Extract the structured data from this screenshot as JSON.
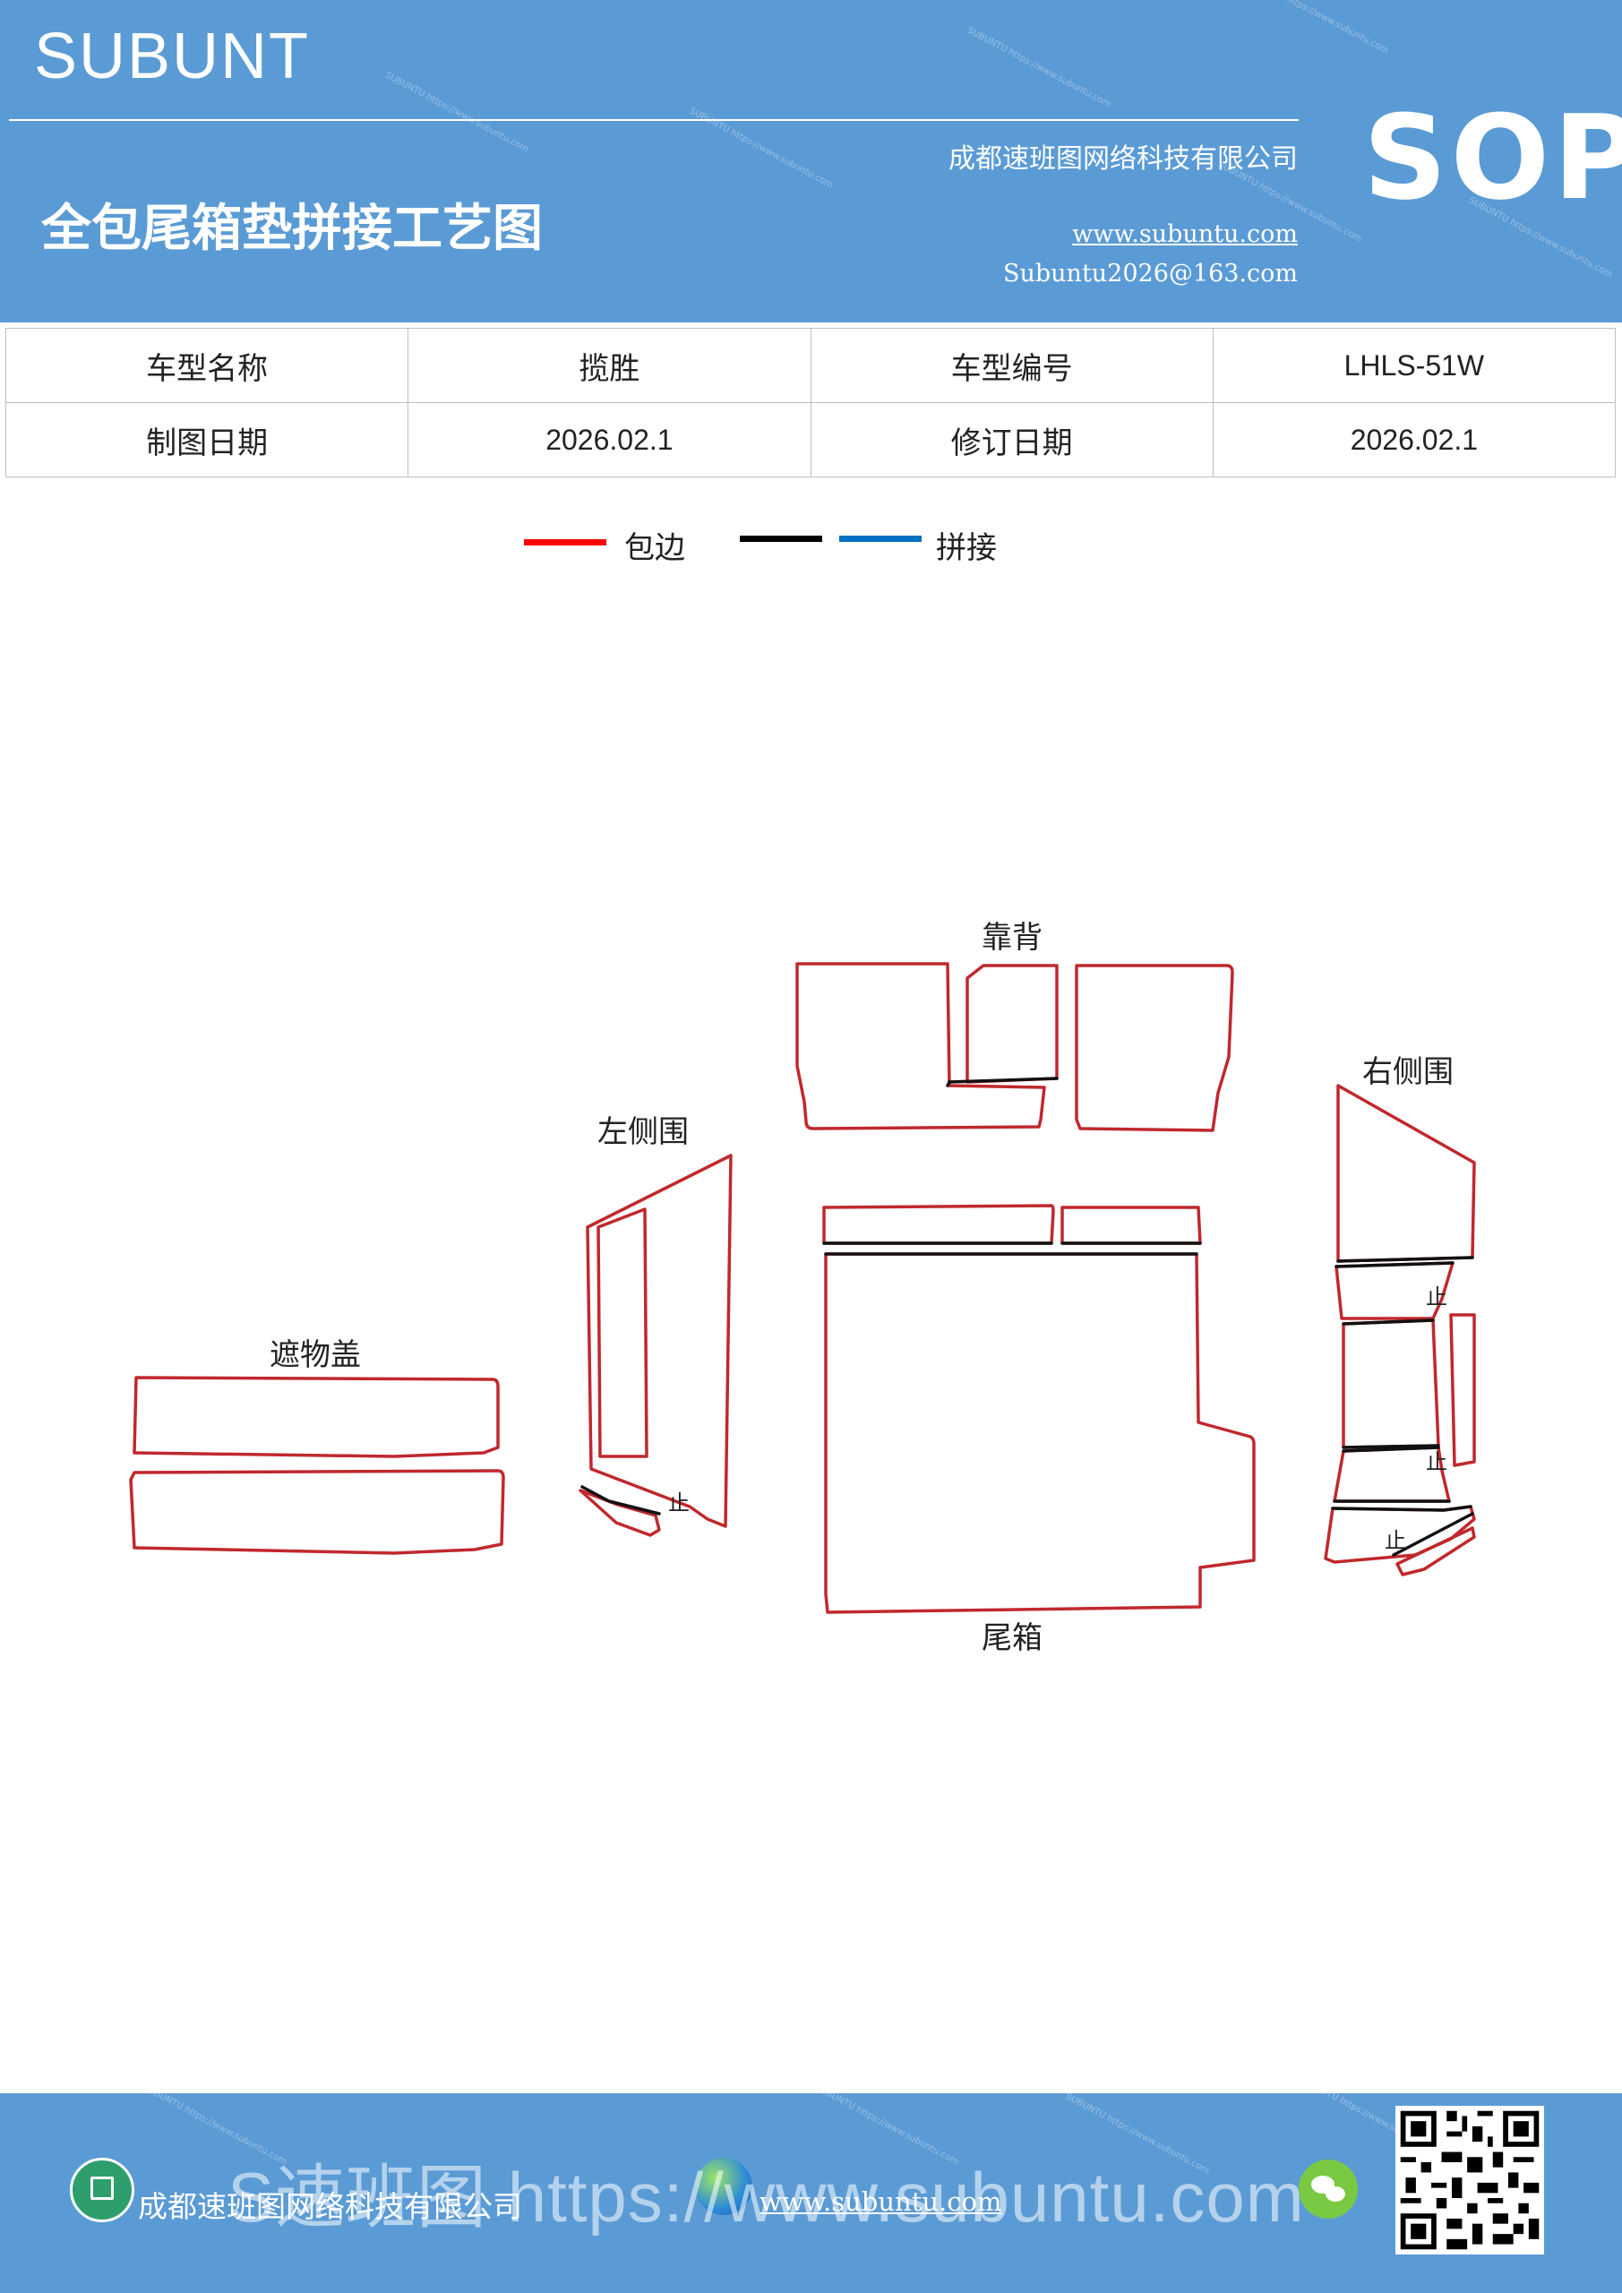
{
  "header": {
    "brand": "SUBUNT",
    "title": "全包尾箱垫拼接工艺图",
    "company": "成都速班图网络科技有限公司",
    "site": "www.subuntu.com",
    "email": "Subuntu2026@163.com",
    "badge": "SOP",
    "bg_color": "#5b9bd5"
  },
  "info": {
    "model_name_label": "车型名称",
    "model_name_value": "揽胜",
    "model_code_label": "车型编号",
    "model_code_value": "LHLS-51W",
    "draw_date_label": "制图日期",
    "draw_date_value": "2026.02.1",
    "revise_date_label": "修订日期",
    "revise_date_value": "2026.02.1"
  },
  "legend": {
    "edge_label": "包边",
    "splice_label": "拼接",
    "edge_color": "#ff0000",
    "splice_colors": [
      "#000000",
      "#0070c0"
    ]
  },
  "parts": {
    "backrest": "靠背",
    "left_side": "左侧围",
    "right_side": "右侧围",
    "cover": "遮物盖",
    "trunk": "尾箱",
    "stop_mark": "止"
  },
  "footer": {
    "company": "成都速班图网络科技有限公司",
    "site": "www.subuntu.com",
    "overlay": "S速班图 https://www.subuntu.com"
  }
}
